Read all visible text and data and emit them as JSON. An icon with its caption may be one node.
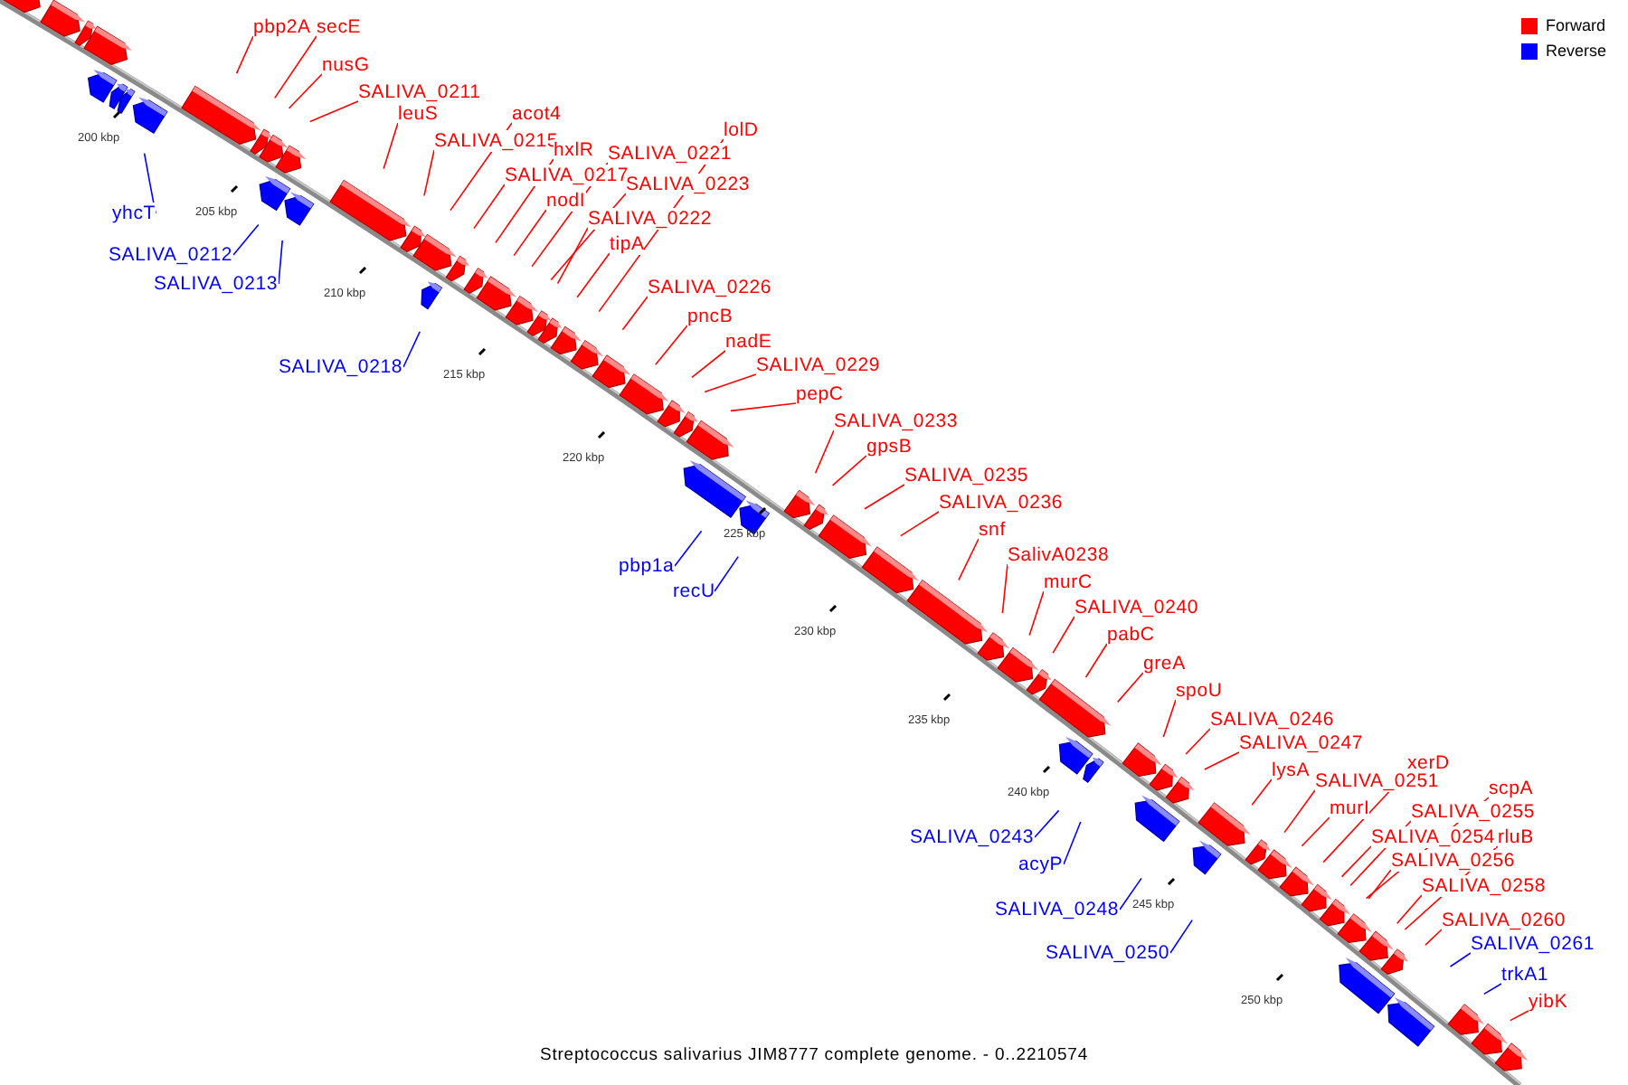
{
  "diagram": {
    "caption": "Streptococcus salivarius JIM8777 complete genome. - 0..2210574",
    "nodes": [
      {
        "text": [
          "pbp2A"
        ]
      },
      {
        "text": [
          "secE"
        ]
      },
      {
        "text": [
          "nusG"
        ]
      },
      {
        "text": [
          "SALIVA_0211"
        ]
      },
      {
        "text": [
          "leuS"
        ]
      },
      {
        "text": [
          "acot4"
        ]
      },
      {
        "text": [
          "lolD"
        ]
      },
      {
        "text": [
          "SALIVA_0215"
        ]
      },
      {
        "text": [
          "hxlR"
        ]
      },
      {
        "text": [
          "SALIVA_0221"
        ]
      },
      {
        "text": [
          "SALIVA_0217"
        ]
      },
      {
        "text": [
          "SALIVA_0223"
        ]
      },
      {
        "text": [
          "nodI"
        ]
      },
      {
        "text": [
          "yhcT"
        ]
      },
      {
        "text": [
          "SALIVA_0222"
        ]
      },
      {
        "text": [
          "tipA"
        ]
      },
      {
        "text": [
          "SALIVA_0212"
        ]
      },
      {
        "text": [
          "SALIVA_0213"
        ]
      },
      {
        "text": [
          "SALIVA_0226"
        ]
      },
      {
        "text": [
          "pncB"
        ]
      },
      {
        "text": [
          "nadE"
        ]
      },
      {
        "text": [
          "SALIVA_0229"
        ]
      },
      {
        "text": [
          "SALIVA_0218"
        ]
      },
      {
        "text": [
          "pepC"
        ]
      },
      {
        "text": [
          "SALIVA_0233"
        ]
      },
      {
        "text": [
          "gpsB"
        ]
      },
      {
        "text": [
          "SALIVA_0235"
        ]
      },
      {
        "text": [
          "SALIVA_0236"
        ]
      },
      {
        "text": [
          "snf"
        ]
      },
      {
        "text": [
          "pbp1a"
        ]
      },
      {
        "text": [
          "SalivA0238"
        ]
      },
      {
        "text": [
          "murC"
        ]
      },
      {
        "text": [
          "recU"
        ]
      },
      {
        "text": [
          "SALIVA_0240"
        ]
      },
      {
        "text": [
          "pabC"
        ]
      },
      {
        "text": [
          "greA"
        ]
      },
      {
        "text": [
          "spoU"
        ]
      },
      {
        "text": [
          "SALIVA_0246"
        ]
      },
      {
        "text": [
          "SALIVA_0247"
        ]
      },
      {
        "text": [
          "xerD"
        ]
      },
      {
        "text": [
          "lysA"
        ]
      },
      {
        "text": [
          "scpA"
        ]
      },
      {
        "text": [
          "SALIVA_0251"
        ]
      },
      {
        "text": [
          "murI"
        ]
      },
      {
        "text": [
          "SALIVA_0255"
        ]
      },
      {
        "text": [
          "SALIVA_0254"
        ]
      },
      {
        "text": [
          "rluB"
        ]
      },
      {
        "text": [
          "SALIVA_0243"
        ]
      },
      {
        "text": [
          "SALIVA_0256"
        ]
      },
      {
        "text": [
          "acyP"
        ]
      },
      {
        "text": [
          "SALIVA_0258"
        ]
      },
      {
        "text": [
          "SALIVA_0248"
        ]
      },
      {
        "text": [
          "SALIVA_0260"
        ]
      },
      {
        "text": [
          "SALIVA_0261"
        ]
      },
      {
        "text": [
          "SALIVA_0250"
        ]
      },
      {
        "text": [
          "trkA1"
        ]
      },
      {
        "text": [
          "yibK"
        ]
      }
    ],
    "edges": [
      {
        "from": 0,
        "to": null,
        "arrow": "none"
      },
      {
        "from": 1,
        "to": null,
        "arrow": "none"
      },
      {
        "from": 2,
        "to": null,
        "arrow": "none"
      },
      {
        "from": 3,
        "to": null,
        "arrow": "none"
      },
      {
        "from": 4,
        "to": null,
        "arrow": "none"
      },
      {
        "from": 5,
        "to": null,
        "arrow": "none"
      },
      {
        "from": 6,
        "to": null,
        "arrow": "none"
      },
      {
        "from": 7,
        "to": null,
        "arrow": "none"
      },
      {
        "from": 8,
        "to": null,
        "arrow": "none"
      },
      {
        "from": 9,
        "to": null,
        "arrow": "none"
      },
      {
        "from": 10,
        "to": null,
        "arrow": "none"
      },
      {
        "from": 11,
        "to": null,
        "arrow": "none"
      },
      {
        "from": 12,
        "to": null,
        "arrow": "none"
      },
      {
        "from": 13,
        "to": null,
        "arrow": "none",
        "color": "#0000ff"
      },
      {
        "from": 14,
        "to": null,
        "arrow": "none"
      },
      {
        "from": 15,
        "to": null,
        "arrow": "none"
      },
      {
        "from": 16,
        "to": null,
        "arrow": "none",
        "color": "#0000ff"
      },
      {
        "from": 17,
        "to": null,
        "arrow": "none",
        "color": "#0000ff"
      },
      {
        "from": 18,
        "to": null,
        "arrow": "none"
      },
      {
        "from": 19,
        "to": null,
        "arrow": "none"
      },
      {
        "from": 20,
        "to": null,
        "arrow": "none"
      },
      {
        "from": 21,
        "to": null,
        "arrow": "none"
      },
      {
        "from": 22,
        "to": null,
        "arrow": "none",
        "color": "#0000ff"
      },
      {
        "from": 23,
        "to": null,
        "arrow": "none"
      },
      {
        "from": 24,
        "to": null,
        "arrow": "none"
      },
      {
        "from": 25,
        "to": null,
        "arrow": "none"
      },
      {
        "from": 26,
        "to": null,
        "arrow": "none"
      },
      {
        "from": 27,
        "to": null,
        "arrow": "none"
      },
      {
        "from": 28,
        "to": null,
        "arrow": "none"
      },
      {
        "from": 29,
        "to": null,
        "arrow": "none",
        "color": "#0000ff"
      },
      {
        "from": 30,
        "to": null,
        "arrow": "none"
      },
      {
        "from": 31,
        "to": null,
        "arrow": "none"
      },
      {
        "from": 32,
        "to": null,
        "arrow": "none",
        "color": "#0000ff"
      },
      {
        "from": 33,
        "to": null,
        "arrow": "none"
      },
      {
        "from": 34,
        "to": null,
        "arrow": "none"
      },
      {
        "from": 35,
        "to": null,
        "arrow": "none"
      },
      {
        "from": 36,
        "to": null,
        "arrow": "none"
      },
      {
        "from": 37,
        "to": null,
        "arrow": "none"
      },
      {
        "from": 38,
        "to": null,
        "arrow": "none"
      },
      {
        "from": 39,
        "to": null,
        "arrow": "none"
      },
      {
        "from": 40,
        "to": null,
        "arrow": "none"
      },
      {
        "from": 41,
        "to": null,
        "arrow": "none"
      },
      {
        "from": 42,
        "to": null,
        "arrow": "none"
      },
      {
        "from": 43,
        "to": null,
        "arrow": "none"
      },
      {
        "from": 44,
        "to": null,
        "arrow": "none"
      },
      {
        "from": 45,
        "to": null,
        "arrow": "none"
      },
      {
        "from": 46,
        "to": null,
        "arrow": "none"
      },
      {
        "from": 47,
        "to": null,
        "arrow": "none",
        "color": "#0000ff"
      },
      {
        "from": 48,
        "to": null,
        "arrow": "none"
      },
      {
        "from": 49,
        "to": null,
        "arrow": "none",
        "color": "#0000ff"
      },
      {
        "from": 50,
        "to": null,
        "arrow": "none"
      },
      {
        "from": 51,
        "to": null,
        "arrow": "none",
        "color": "#0000ff"
      },
      {
        "from": 52,
        "to": null,
        "arrow": "none"
      },
      {
        "from": 53,
        "to": null,
        "arrow": "none",
        "color": "#0000ff"
      },
      {
        "from": 54,
        "to": null,
        "arrow": "none",
        "color": "#0000ff"
      },
      {
        "from": 55,
        "to": null,
        "arrow": "none",
        "color": "#0000ff"
      },
      {
        "from": 56,
        "to": null,
        "arrow": "none"
      }
    ],
    "labels": [
      "200 kbp",
      "205 kbp",
      "210 kbp",
      "215 kbp",
      "220 kbp",
      "225 kbp",
      "230 kbp",
      "235 kbp",
      "240 kbp",
      "245 kbp",
      "250 kbp"
    ],
    "legend": [
      {
        "text": "Forward",
        "color": "#ff0000"
      },
      {
        "text": "Reverse",
        "color": "#0000ff"
      }
    ]
  }
}
